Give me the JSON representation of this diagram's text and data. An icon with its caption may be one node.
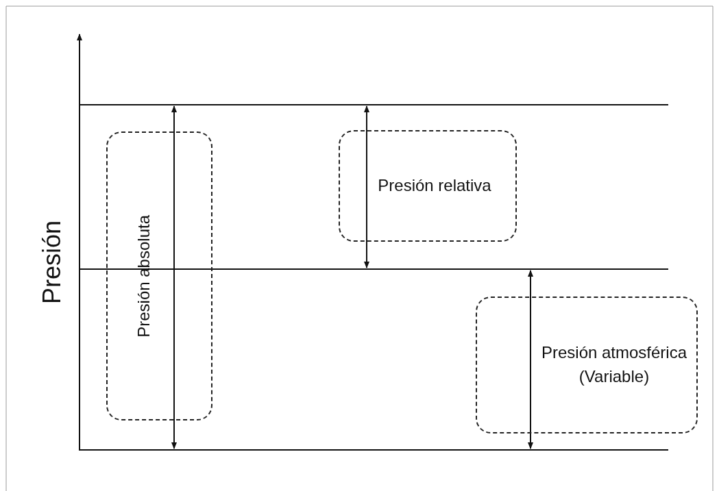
{
  "diagram": {
    "nodes": [
      {
        "text": [
          "Presión absoluta"
        ]
      },
      {
        "text": [
          "Presión relativa"
        ]
      },
      {
        "text": [
          "Presión atmosférica (Variable)"
        ]
      }
    ],
    "labels": [
      "Presión"
    ]
  }
}
